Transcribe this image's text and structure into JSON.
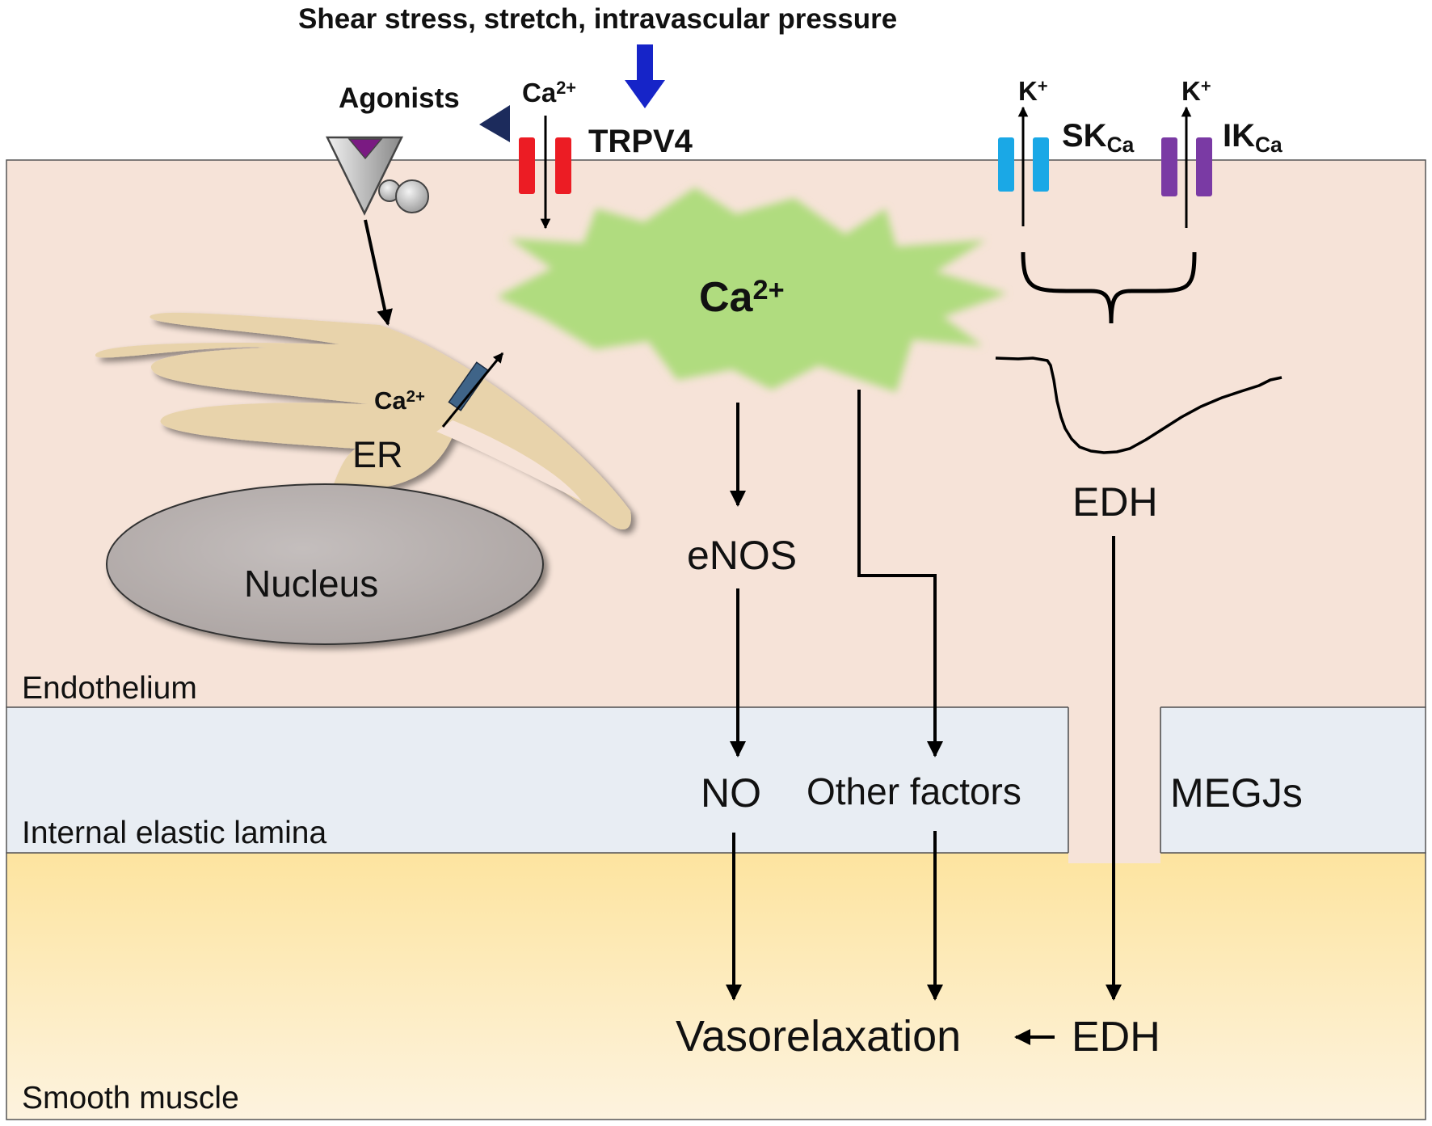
{
  "top_stimulus": "Shear stress, stretch, intravascular pressure",
  "agonists": "Agonists",
  "trpv4": {
    "ion_base": "Ca",
    "ion_sup": "2+",
    "channel": "TRPV4"
  },
  "sk_channel": {
    "ion_base": "K",
    "ion_sup": "+",
    "name_base": "SK",
    "name_sub": "Ca"
  },
  "ik_channel": {
    "ion_base": "K",
    "ion_sup": "+",
    "name_base": "IK",
    "name_sub": "Ca"
  },
  "central_ion": {
    "base": "Ca",
    "sup": "2+"
  },
  "er": {
    "ion_base": "Ca",
    "ion_sup": "2+",
    "label": "ER"
  },
  "nucleus": "Nucleus",
  "pathway": {
    "enos": "eNOS",
    "no": "NO",
    "other_factors": "Other factors",
    "edh_top": "EDH",
    "megjs": "MEGJs",
    "vasorelaxation": "Vasorelaxation",
    "edh_bottom": "EDH"
  },
  "layers": {
    "endothelium": "Endothelium",
    "internal_elastic_lamina": "Internal elastic lamina",
    "smooth_muscle": "Smooth muscle"
  },
  "colors": {
    "endothelium_fill": "#f6e3d8",
    "lamina_fill": "#e8edf3",
    "smooth_muscle_top": "#fde49f",
    "smooth_muscle_bottom": "#fdf3df",
    "calcium_burst": "#b0dc7f",
    "trpv4_channel": "#ec1c24",
    "sk_channel": "#1aa8e6",
    "ik_channel": "#7a3aa4",
    "er_fill": "#e8d3ab",
    "nucleus_fill": "#bdb6b4",
    "stimulus_arrow": "#1624c8",
    "agonist_marker": "#7a1a82",
    "er_channel": "#3f6488",
    "navy_marker": "#1c2b5c"
  }
}
